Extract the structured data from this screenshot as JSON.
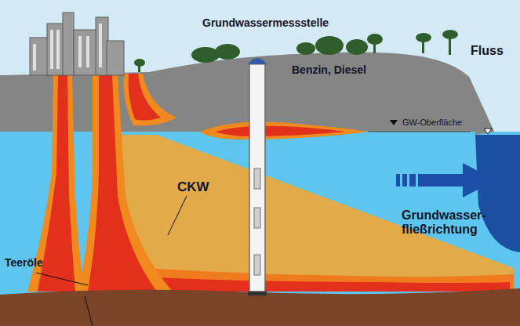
{
  "diagram": {
    "labels": [
      "Grundwassermessstelle",
      "Benzin, Diesel",
      "Fluss",
      "GW-Oberfläche",
      "CKW",
      "Grundwasser- fließrichtung",
      "Teeröle"
    ]
  }
}
